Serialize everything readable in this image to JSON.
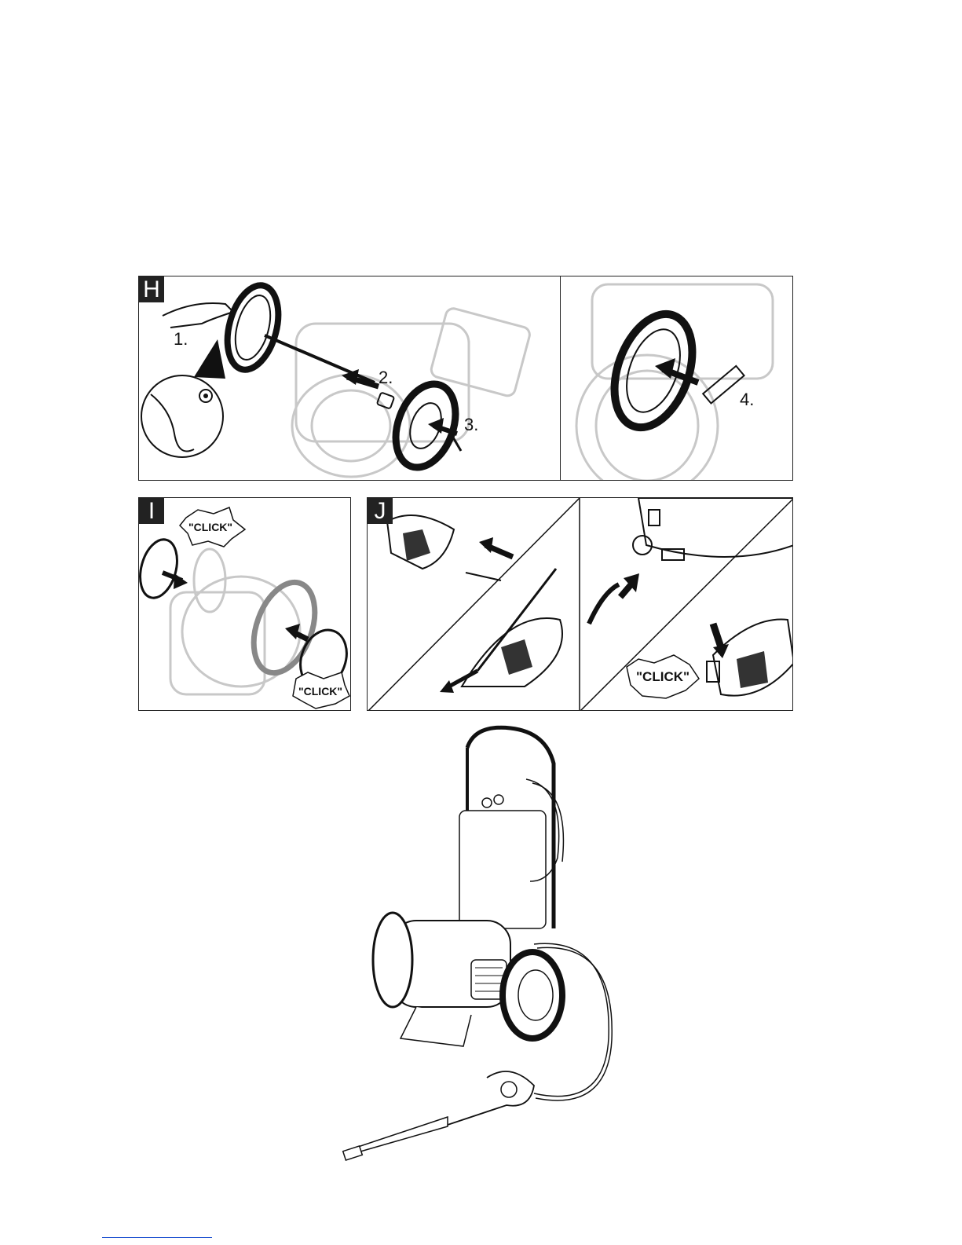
{
  "panels": {
    "H": {
      "label": "H",
      "steps": [
        "1.",
        "2.",
        "3.",
        "4."
      ]
    },
    "I": {
      "label": "I",
      "clicks": [
        "\"CLICK\"",
        "\"CLICK\""
      ]
    },
    "J": {
      "label": "J",
      "click": "\"CLICK\""
    }
  }
}
